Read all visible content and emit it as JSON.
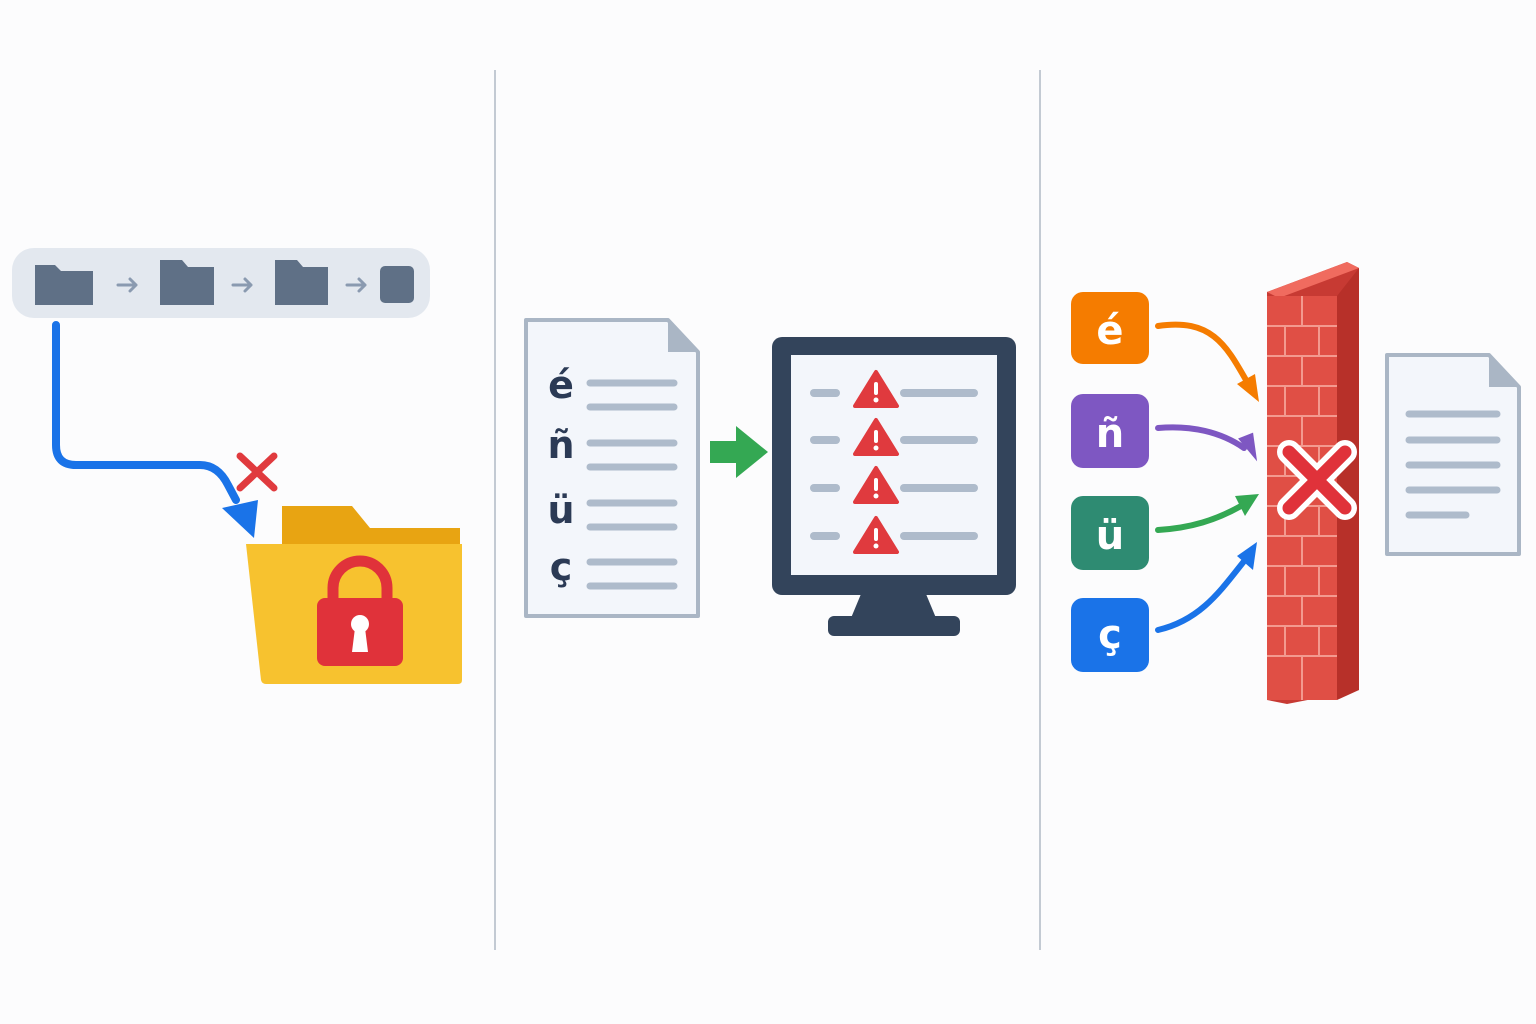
{
  "colors": {
    "background": "#fcfcfd",
    "divider": "#c3cad3",
    "folder_gray": "#5f7086",
    "path_bar": "#e3e8ef",
    "path_arrow": "#8a9ab0",
    "redirect_arrow": "#1a73e8",
    "error_red": "#e03a3e",
    "folder_yellow": "#f7c22f",
    "lock_red": "#e0323a",
    "doc_bg": "#f3f6fb",
    "doc_border": "#aab6c5",
    "text_line": "#aebbcb",
    "convert_arrow": "#34a853",
    "monitor": "#33445b",
    "brick": "#e04f45",
    "tile_orange": "#f57c00",
    "tile_purple": "#7e57c2",
    "tile_teal": "#2e8b72",
    "tile_blue": "#1a73e8"
  },
  "panel_encoding": {
    "source_characters": [
      "é",
      "ñ",
      "ü",
      "ç"
    ],
    "warning_icon": "warning-triangle-icon"
  },
  "panel_filter": {
    "tiles": [
      {
        "char": "é",
        "color": "#f57c00"
      },
      {
        "char": "ñ",
        "color": "#7e57c2"
      },
      {
        "char": "ü",
        "color": "#2e8b72"
      },
      {
        "char": "ç",
        "color": "#1a73e8"
      }
    ],
    "wall_icon": "brick-wall-icon",
    "block_icon": "red-x-icon"
  }
}
